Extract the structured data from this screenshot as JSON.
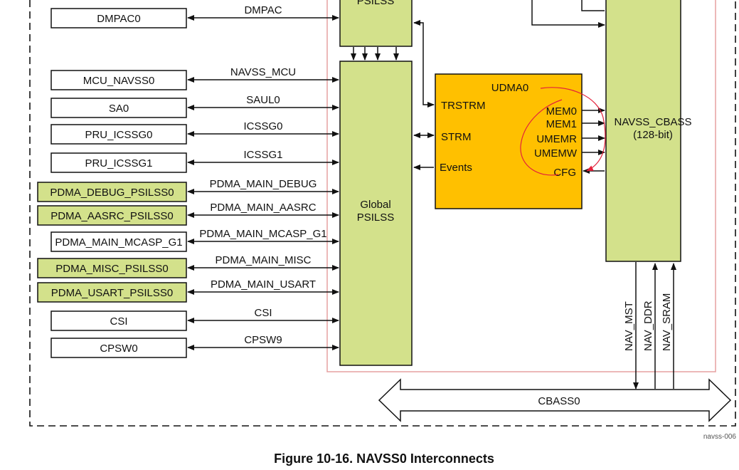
{
  "diagram": {
    "caption": "Figure 10-16. NAVSS0 Interconnects",
    "figure_id": "navss-006",
    "colors": {
      "green": "#d3e18b",
      "orange": "#ffc000",
      "pink_border": "#e6a0a0",
      "red_annotation": "#e3213b"
    },
    "left_modules": [
      {
        "module": "DMPAC0",
        "signal": "DMPAC",
        "highlight": false
      },
      {
        "module": "MCU_NAVSS0",
        "signal": "NAVSS_MCU",
        "highlight": false
      },
      {
        "module": "SA0",
        "signal": "SAUL0",
        "highlight": false
      },
      {
        "module": "PRU_ICSSG0",
        "signal": "ICSSG0",
        "highlight": false
      },
      {
        "module": "PRU_ICSSG1",
        "signal": "ICSSG1",
        "highlight": false
      },
      {
        "module": "PDMA_DEBUG_PSILSS0",
        "signal": "PDMA_MAIN_DEBUG",
        "highlight": true
      },
      {
        "module": "PDMA_AASRC_PSILSS0",
        "signal": "PDMA_MAIN_AASRC",
        "highlight": true
      },
      {
        "module": "PDMA_MAIN_MCASP_G1",
        "signal": "PDMA_MAIN_MCASP_G1",
        "highlight": false
      },
      {
        "module": "PDMA_MISC_PSILSS0",
        "signal": "PDMA_MAIN_MISC",
        "highlight": true
      },
      {
        "module": "PDMA_USART_PSILSS0",
        "signal": "PDMA_MAIN_USART",
        "highlight": true
      },
      {
        "module": "CSI",
        "signal": "CSI",
        "highlight": false
      },
      {
        "module": "CPSW0",
        "signal": "CPSW9",
        "highlight": false
      }
    ],
    "top_psilss": "PSILSS",
    "global_psilss": [
      "Global",
      "PSILSS"
    ],
    "udma": {
      "title": "UDMA0",
      "trstrm": "TRSTRM",
      "strm": "STRM",
      "events": "Events",
      "ports": [
        "MEM0",
        "MEM1",
        "UMEMR",
        "UMEMW"
      ],
      "cfg": "CFG"
    },
    "navss_cbass": [
      "NAVSS_CBASS",
      "(128-bit)"
    ],
    "vertical_signals": [
      "NAV_MST",
      "NAV_DDR",
      "NAV_SRAM"
    ],
    "bus": "CBASS0"
  }
}
